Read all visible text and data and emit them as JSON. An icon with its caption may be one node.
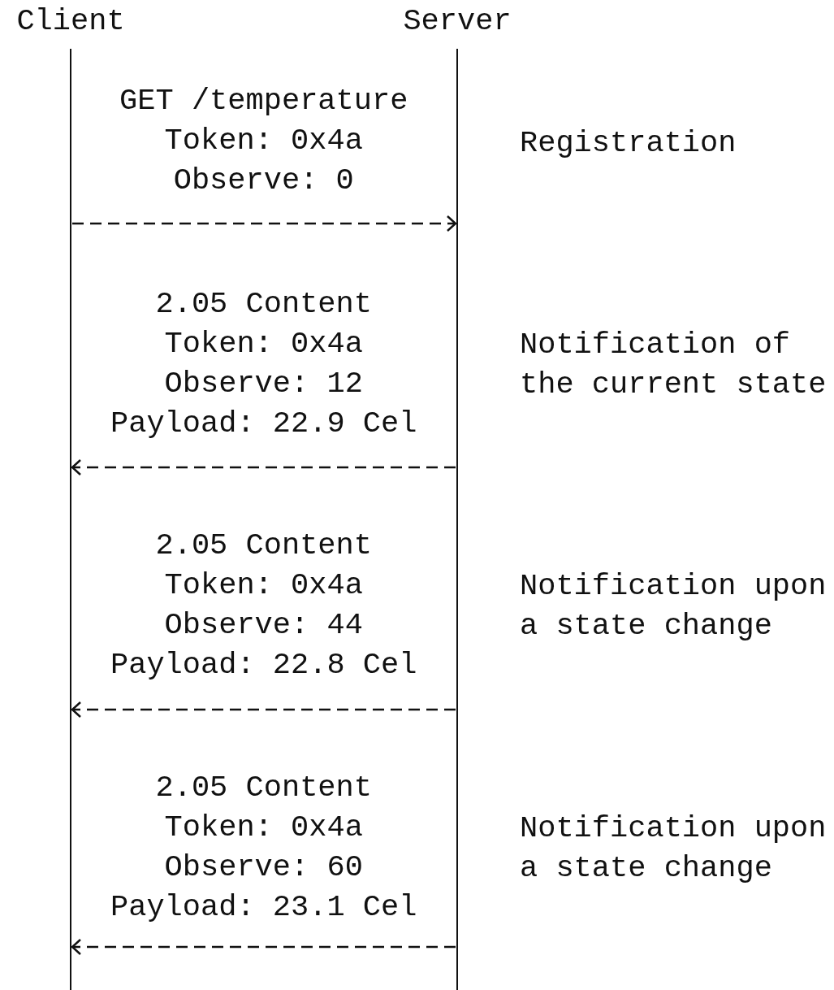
{
  "diagram": {
    "nodes": [
      {
        "text": [
          "Client"
        ]
      },
      {
        "text": [
          "Server"
        ]
      }
    ],
    "edges": [
      {
        "from": 0,
        "to": 1,
        "arrow": "to",
        "style": "dashed",
        "label": "GET /temperature Token: 0x4a Observe: 0"
      },
      {
        "from": 1,
        "to": 0,
        "arrow": "to",
        "style": "dashed",
        "label": "2.05 Content Token: 0x4a Observe: 12 Payload: 22.9 Cel"
      },
      {
        "from": 1,
        "to": 0,
        "arrow": "to",
        "style": "dashed",
        "label": "2.05 Content Token: 0x4a Observe: 44 Payload: 22.8 Cel"
      },
      {
        "from": 1,
        "to": 0,
        "arrow": "to",
        "style": "dashed",
        "label": "2.05 Content Token: 0x4a Observe: 60 Payload: 23.1 Cel"
      }
    ],
    "labels": [
      "Registration",
      "Notification of the current state",
      "Notification upon a state change",
      "Notification upon a state change"
    ]
  }
}
